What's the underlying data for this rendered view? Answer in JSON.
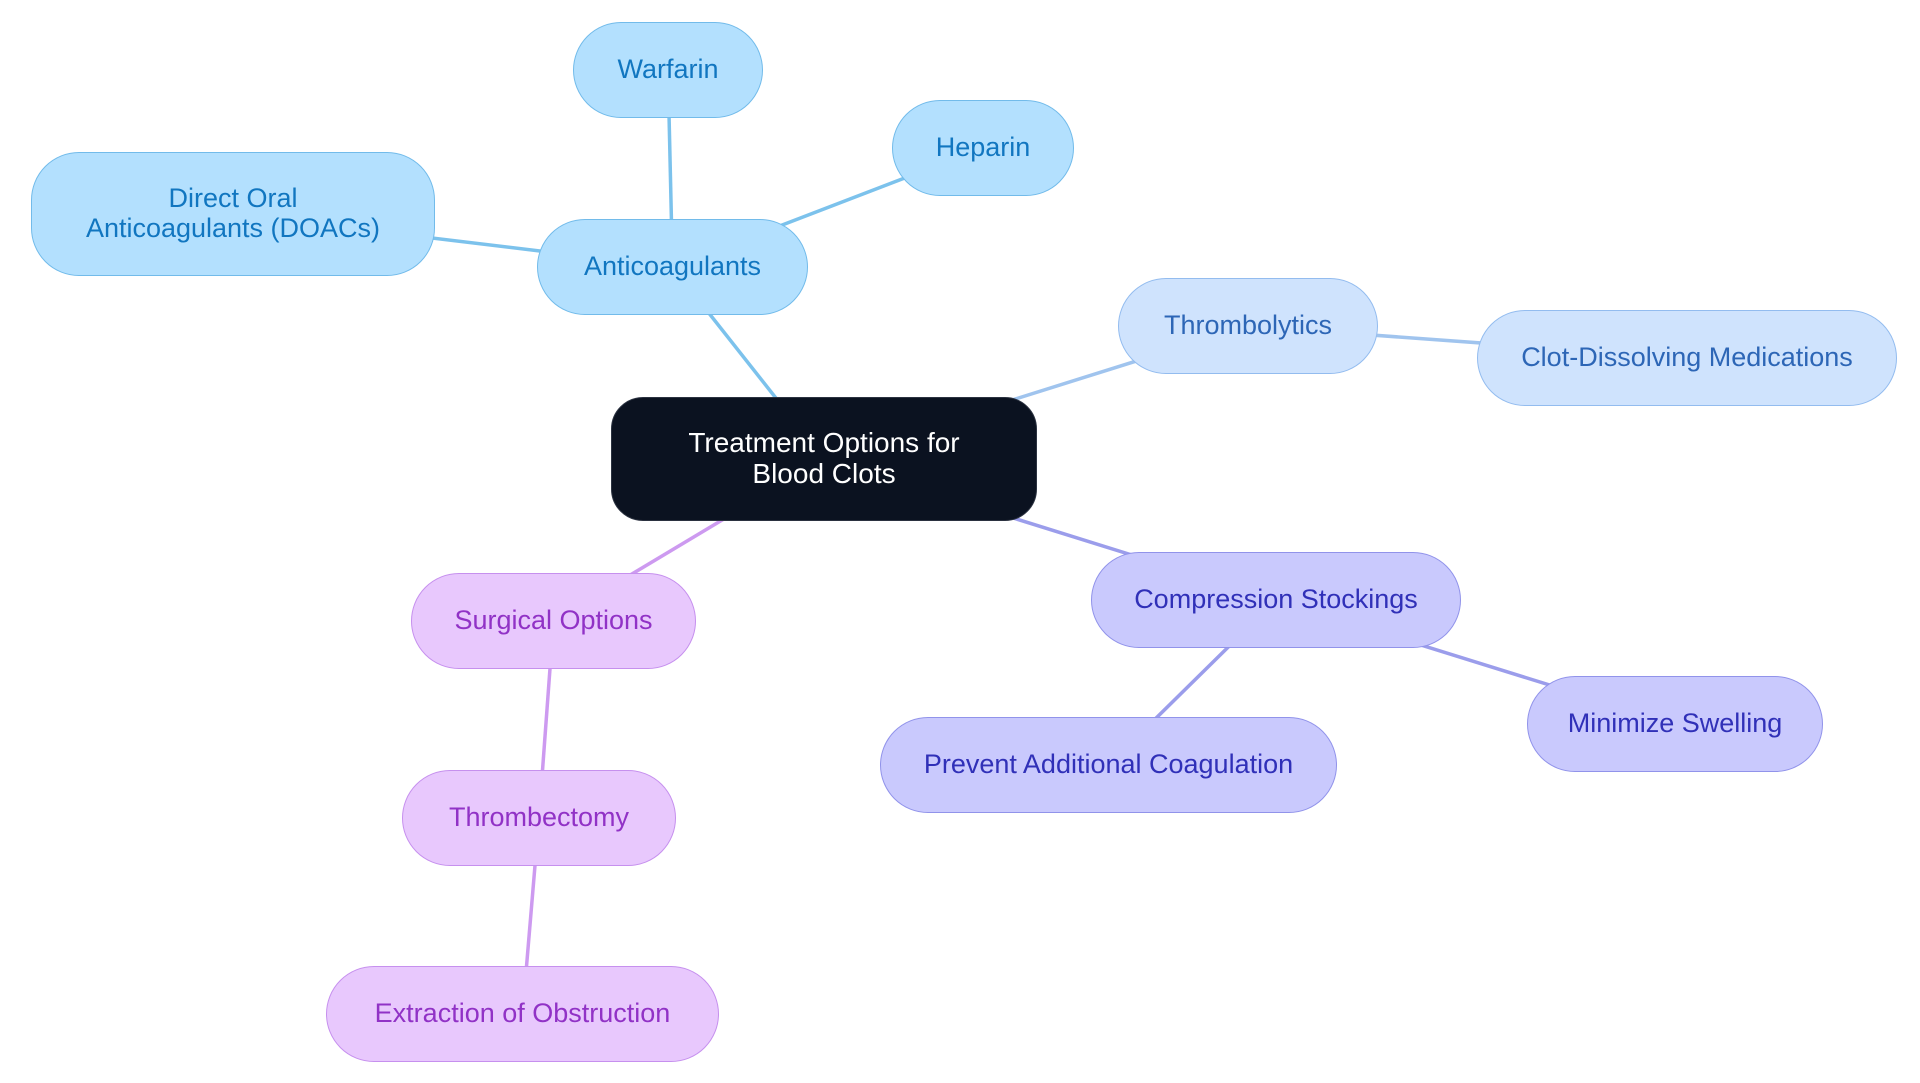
{
  "diagram": {
    "colors": {
      "root": "#0b1220",
      "anticoagulants": "#b3e0fe",
      "anticoagulants_edge": "#7cc2ec",
      "thrombolytics": "#cfe3fd",
      "thrombolytics_edge": "#a0c4ee",
      "compression": "#c9c9fd",
      "compression_edge": "#9b9deb",
      "surgical": "#e8c8fd",
      "surgical_edge": "#cd9af0"
    },
    "nodes": {
      "root": "Treatment Options for Blood Clots",
      "anticoagulants": "Anticoagulants",
      "warfarin": "Warfarin",
      "heparin": "Heparin",
      "doacs": "Direct Oral Anticoagulants (DOACs)",
      "thrombolytics": "Thrombolytics",
      "clot_dissolving": "Clot-Dissolving Medications",
      "compression": "Compression Stockings",
      "prevent_coagulation": "Prevent Additional Coagulation",
      "minimize_swelling": "Minimize Swelling",
      "surgical": "Surgical Options",
      "thrombectomy": "Thrombectomy",
      "extraction": "Extraction of Obstruction"
    },
    "edges": [
      {
        "from": "root",
        "to": "anticoagulants",
        "branch": "anticoagulants_edge"
      },
      {
        "from": "anticoagulants",
        "to": "warfarin",
        "branch": "anticoagulants_edge"
      },
      {
        "from": "anticoagulants",
        "to": "heparin",
        "branch": "anticoagulants_edge"
      },
      {
        "from": "anticoagulants",
        "to": "doacs",
        "branch": "anticoagulants_edge"
      },
      {
        "from": "root",
        "to": "thrombolytics",
        "branch": "thrombolytics_edge"
      },
      {
        "from": "thrombolytics",
        "to": "clot_dissolving",
        "branch": "thrombolytics_edge"
      },
      {
        "from": "root",
        "to": "compression",
        "branch": "compression_edge"
      },
      {
        "from": "compression",
        "to": "prevent_coagulation",
        "branch": "compression_edge"
      },
      {
        "from": "compression",
        "to": "minimize_swelling",
        "branch": "compression_edge"
      },
      {
        "from": "root",
        "to": "surgical",
        "branch": "surgical_edge"
      },
      {
        "from": "surgical",
        "to": "thrombectomy",
        "branch": "surgical_edge"
      },
      {
        "from": "thrombectomy",
        "to": "extraction",
        "branch": "surgical_edge"
      }
    ]
  }
}
